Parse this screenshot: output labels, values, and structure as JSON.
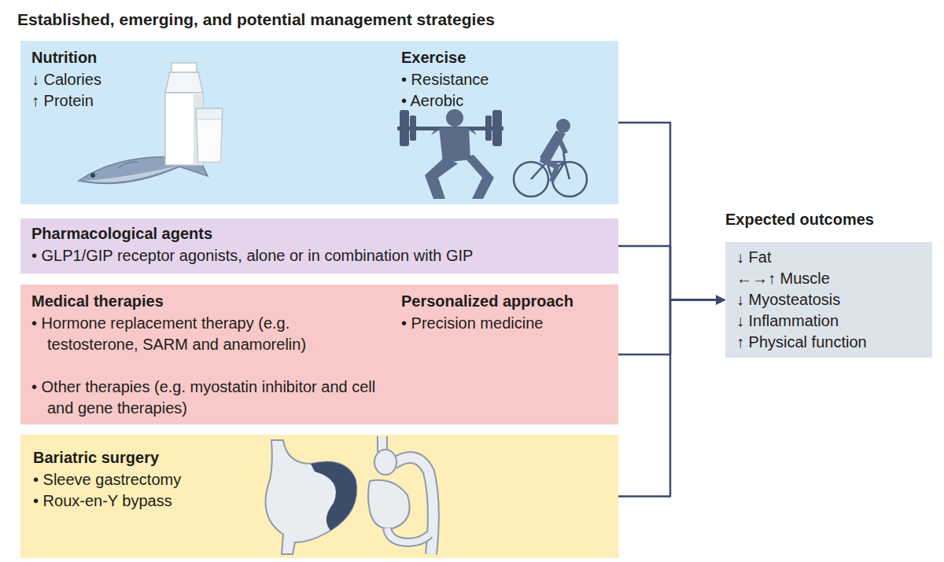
{
  "diagram": {
    "title": "Established, emerging, and potential management strategies",
    "nodes": [
      {
        "text": [
          "Nutrition",
          "↓ Calories",
          "↑ Protein",
          "Exercise",
          "• Resistance",
          "• Aerobic"
        ]
      },
      {
        "text": [
          "Pharmacological agents",
          "• GLP1/GIP receptor agonists, alone or in combination with GIP"
        ]
      },
      {
        "text": [
          "Medical therapies",
          "• Hormone replacement therapy (e.g. testosterone, SARM and anamorelin)",
          "• Other therapies (e.g. myostatin inhibitor and cell and gene therapies)",
          "Personalized approach",
          "• Precision medicine"
        ]
      },
      {
        "text": [
          "Bariatric surgery",
          "• Sleeve gastrectomy",
          "• Roux-en-Y bypass"
        ]
      },
      {
        "text": [
          "Expected outcomes",
          "↓ Fat",
          "←→↑ Muscle",
          "↓ Myosteatosis",
          "↓ Inflammation",
          "↑ Physical function"
        ]
      }
    ],
    "edges": [
      {
        "from": 0,
        "to": 4,
        "arrow": "to"
      },
      {
        "from": 1,
        "to": 4,
        "arrow": "to"
      },
      {
        "from": 2,
        "to": 4,
        "arrow": "to"
      },
      {
        "from": 3,
        "to": 4,
        "arrow": "to"
      }
    ]
  }
}
